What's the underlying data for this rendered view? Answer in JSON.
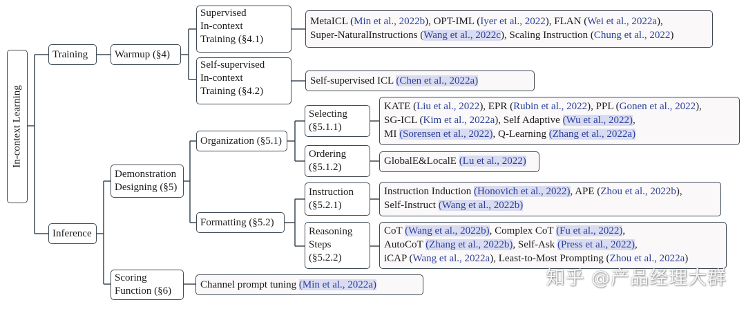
{
  "root": "In-context Learning",
  "nodes": {
    "training": "Training",
    "inference": "Inference",
    "warmup": "Warmup (§4)",
    "supervised": [
      "Supervised",
      "In-context",
      "Training (§4.1)"
    ],
    "selfsup": [
      "Self-supervised",
      "In-context",
      "Training (§4.2)"
    ],
    "demo": [
      "Demonstration",
      "Designing (§5)"
    ],
    "scoring": [
      "Scoring",
      "Function (§6)"
    ],
    "organization": "Organization (§5.1)",
    "formatting": "Formatting (§5.2)",
    "selecting": [
      "Selecting",
      "(§5.1.1)"
    ],
    "ordering": [
      "Ordering",
      "(§5.1.2)"
    ],
    "instruction": [
      "Instruction",
      "(§5.2.1)"
    ],
    "reasoning": [
      "Reasoning",
      "Steps",
      "(§5.2.2)"
    ]
  },
  "leaves": {
    "metaicl": [
      [
        {
          "t": "MetaICL ("
        },
        {
          "t": "Min et al., 2022b",
          "r": 1
        },
        {
          "t": "), OPT-IML ("
        },
        {
          "t": "Iyer et al., 2022",
          "r": 1
        },
        {
          "t": "), FLAN ("
        },
        {
          "t": "Wei et al., 2022a",
          "r": 1
        },
        {
          "t": "),"
        }
      ],
      [
        {
          "t": "Super-NaturalInstructions ("
        },
        {
          "t": "Wang et al., 2022c",
          "r": 1,
          "h": 1
        },
        {
          "t": "), Scaling Instruction ("
        },
        {
          "t": "Chung et al., 2022",
          "r": 1
        },
        {
          "t": ")"
        }
      ]
    ],
    "selfsupicl": [
      [
        {
          "t": "Self-supervised ICL  "
        },
        {
          "t": "(Chen et al., 2022a)",
          "r": 1,
          "h": 1
        }
      ]
    ],
    "kate": [
      [
        {
          "t": "KATE ("
        },
        {
          "t": "Liu et al., 2022",
          "r": 1
        },
        {
          "t": "), EPR ("
        },
        {
          "t": "Rubin et al., 2022",
          "r": 1
        },
        {
          "t": "), PPL ("
        },
        {
          "t": "Gonen et al., 2022",
          "r": 1
        },
        {
          "t": "),"
        }
      ],
      [
        {
          "t": "SG-ICL ("
        },
        {
          "t": "Kim et al., 2022a",
          "r": 1
        },
        {
          "t": "), Self Adaptive "
        },
        {
          "t": "(Wu et al., 2022)",
          "r": 1,
          "h": 1
        },
        {
          "t": ","
        }
      ],
      [
        {
          "t": "MI "
        },
        {
          "t": "(Sorensen et al., 2022)",
          "r": 1,
          "h": 1
        },
        {
          "t": ", Q-Learning "
        },
        {
          "t": "(Zhang et al., 2022a)",
          "r": 1,
          "h": 1
        }
      ]
    ],
    "global": [
      [
        {
          "t": "GlobalE&LocalE "
        },
        {
          "t": "(Lu et al., 2022)",
          "r": 1,
          "h": 1
        }
      ]
    ],
    "instinduction": [
      [
        {
          "t": "Instruction Induction "
        },
        {
          "t": "(Honovich et al., 2022)",
          "r": 1,
          "h": 1
        },
        {
          "t": ", APE ("
        },
        {
          "t": "Zhou et al., 2022b",
          "r": 1
        },
        {
          "t": "),"
        }
      ],
      [
        {
          "t": "Self-Instruct "
        },
        {
          "t": "(Wang et al., 2022b)",
          "r": 1,
          "h": 1
        }
      ]
    ],
    "cot": [
      [
        {
          "t": "CoT "
        },
        {
          "t": "(Wang et al., 2022b)",
          "r": 1,
          "h": 1
        },
        {
          "t": ", Complex CoT "
        },
        {
          "t": "(Fu et al., 2022)",
          "r": 1,
          "h": 1
        },
        {
          "t": ","
        }
      ],
      [
        {
          "t": "AutoCoT "
        },
        {
          "t": "(Zhang et al., 2022b)",
          "r": 1,
          "h": 1
        },
        {
          "t": ", Self-Ask "
        },
        {
          "t": "(Press et al., 2022)",
          "r": 1,
          "h": 1
        },
        {
          "t": ","
        }
      ],
      [
        {
          "t": "iCAP ("
        },
        {
          "t": "Wang et al., 2022a",
          "r": 1
        },
        {
          "t": "), Least-to-Most Prompting ("
        },
        {
          "t": "Zhou et al., 2022a",
          "r": 1
        },
        {
          "t": ")"
        }
      ]
    ],
    "channel": [
      [
        {
          "t": "Channel prompt tuning  "
        },
        {
          "t": "(Min et al., 2022a)",
          "r": 1,
          "h": 1
        }
      ]
    ]
  },
  "watermark": "知乎 @产品经理大群"
}
